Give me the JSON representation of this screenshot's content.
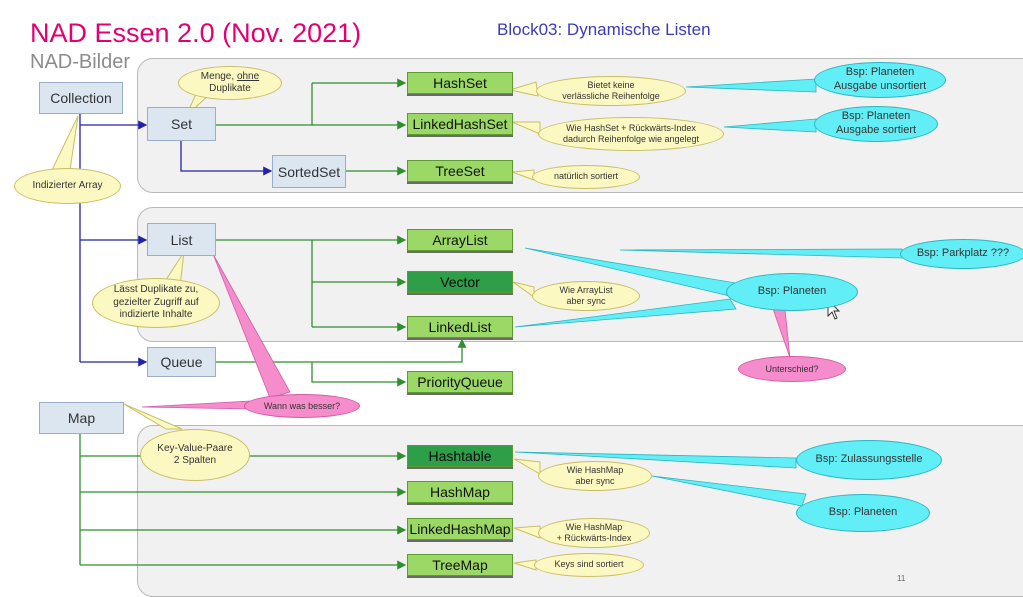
{
  "header": {
    "title": "NAD Essen 2.0 (Nov. 2021)",
    "subtitle": "NAD-Bilder",
    "block": "Block03: Dynamische Listen",
    "page_number": "11"
  },
  "interfaces": {
    "collection": "Collection",
    "set": "Set",
    "sorted_set": "SortedSet",
    "list": "List",
    "queue": "Queue",
    "map": "Map"
  },
  "implementations": {
    "hashset": "HashSet",
    "linkedhashset": "LinkedHashSet",
    "treeset": "TreeSet",
    "arraylist": "ArrayList",
    "vector": "Vector",
    "linkedlist": "LinkedList",
    "priorityqueue": "PriorityQueue",
    "hashtable": "Hashtable",
    "hashmap": "HashMap",
    "linkedhashmap": "LinkedHashMap",
    "treemap": "TreeMap"
  },
  "notes": {
    "set_note_1": "Menge,",
    "set_note_ohne": "ohne",
    "set_note_2": "Duplikate",
    "collection_note": "Indizierter Array",
    "hashset_note_1": "Bietet keine",
    "hashset_note_2": "verlässliche Reihenfolge",
    "linkedhashset_note_1": "Wie HashSet + Rückwärts-Index",
    "linkedhashset_note_2": "dadurch Reihenfolge wie angelegt",
    "treeset_note": "natürlich sortiert",
    "list_note_1": "Lässt Duplikate zu,",
    "list_note_2": "gezielter Zugriff auf",
    "list_note_3": "indizierte Inhalte",
    "vector_note_1": "Wie ArrayList",
    "vector_note_2": "aber sync",
    "map_note_1": "Key-Value-Paare",
    "map_note_2": "2 Spalten",
    "hashtable_note_1": "Wie HashMap",
    "hashtable_note_2": "aber sync",
    "linkedhashmap_note_1": "Wie HashMap",
    "linkedhashmap_note_2": "+ Rückwärts-Index",
    "treemap_note": "Keys sind sortiert"
  },
  "examples": {
    "hashset_1": "Bsp: Planeten",
    "hashset_2": "Ausgabe unsortiert",
    "linkedhashset_1": "Bsp: Planeten",
    "linkedhashset_2": "Ausgabe sortiert",
    "parkplatz": "Bsp: Parkplatz ???",
    "list_planeten": "Bsp: Planeten",
    "zulassung": "Bsp: Zulassungsstelle",
    "map_planeten": "Bsp: Planeten"
  },
  "callouts": {
    "wann": "Wann was besser?",
    "unterschied": "Unterschied?"
  },
  "colors": {
    "title": "#e20074",
    "block": "#3b3bb3",
    "interface_fill": "#dce6f1",
    "impl_fill": "#9bd866",
    "impl_dark": "#2e9e48",
    "note_fill": "#fcf8c2",
    "example_fill": "#62eef6",
    "callout_fill": "#f58ccb",
    "connector_blue": "#2323a8",
    "connector_green": "#2f8f2f"
  }
}
